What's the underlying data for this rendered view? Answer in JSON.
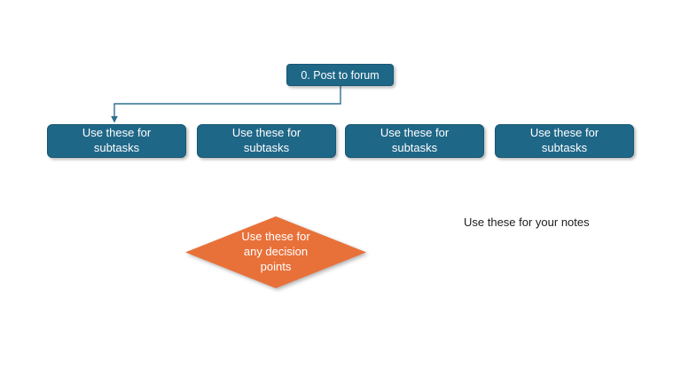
{
  "flowchart": {
    "root": {
      "label": "0. Post to forum"
    },
    "subtasks": [
      {
        "label": "Use these for subtasks"
      },
      {
        "label": "Use these for subtasks"
      },
      {
        "label": "Use these for subtasks"
      },
      {
        "label": "Use these for subtasks"
      }
    ],
    "decision": {
      "label": "Use these for any decision points"
    },
    "notes": {
      "label": "Use these for your notes"
    },
    "colors": {
      "node_fill": "#1f6787",
      "node_border": "#175674",
      "decision_fill": "#e8713a",
      "connector": "#2d7091",
      "node_text": "#ffffff",
      "notes_text": "#1c1c1c",
      "background": "#ffffff"
    }
  }
}
